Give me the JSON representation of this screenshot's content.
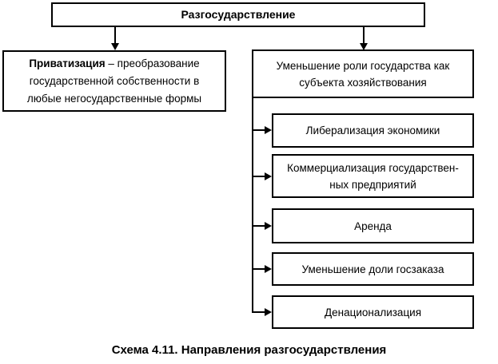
{
  "diagram": {
    "root": {
      "label": "Разгосударствление"
    },
    "left_branch": {
      "term": "Приватизация",
      "definition": " – преобразование государственной собственности в любые негосударственные формы"
    },
    "right_branch": {
      "label": "Уменьшение роли государства как\nсубъекта хозяйствования"
    },
    "sub_items": [
      {
        "label": "Либерализация экономики"
      },
      {
        "label": "Коммерциализация государствен-\nных предприятий"
      },
      {
        "label": "Аренда"
      },
      {
        "label": "Уменьшение доли госзаказа"
      },
      {
        "label": "Денационализация"
      }
    ],
    "caption": "Схема 4.11. Направления разгосударствления",
    "colors": {
      "line": "#000000",
      "background": "#ffffff",
      "text": "#000000"
    }
  }
}
